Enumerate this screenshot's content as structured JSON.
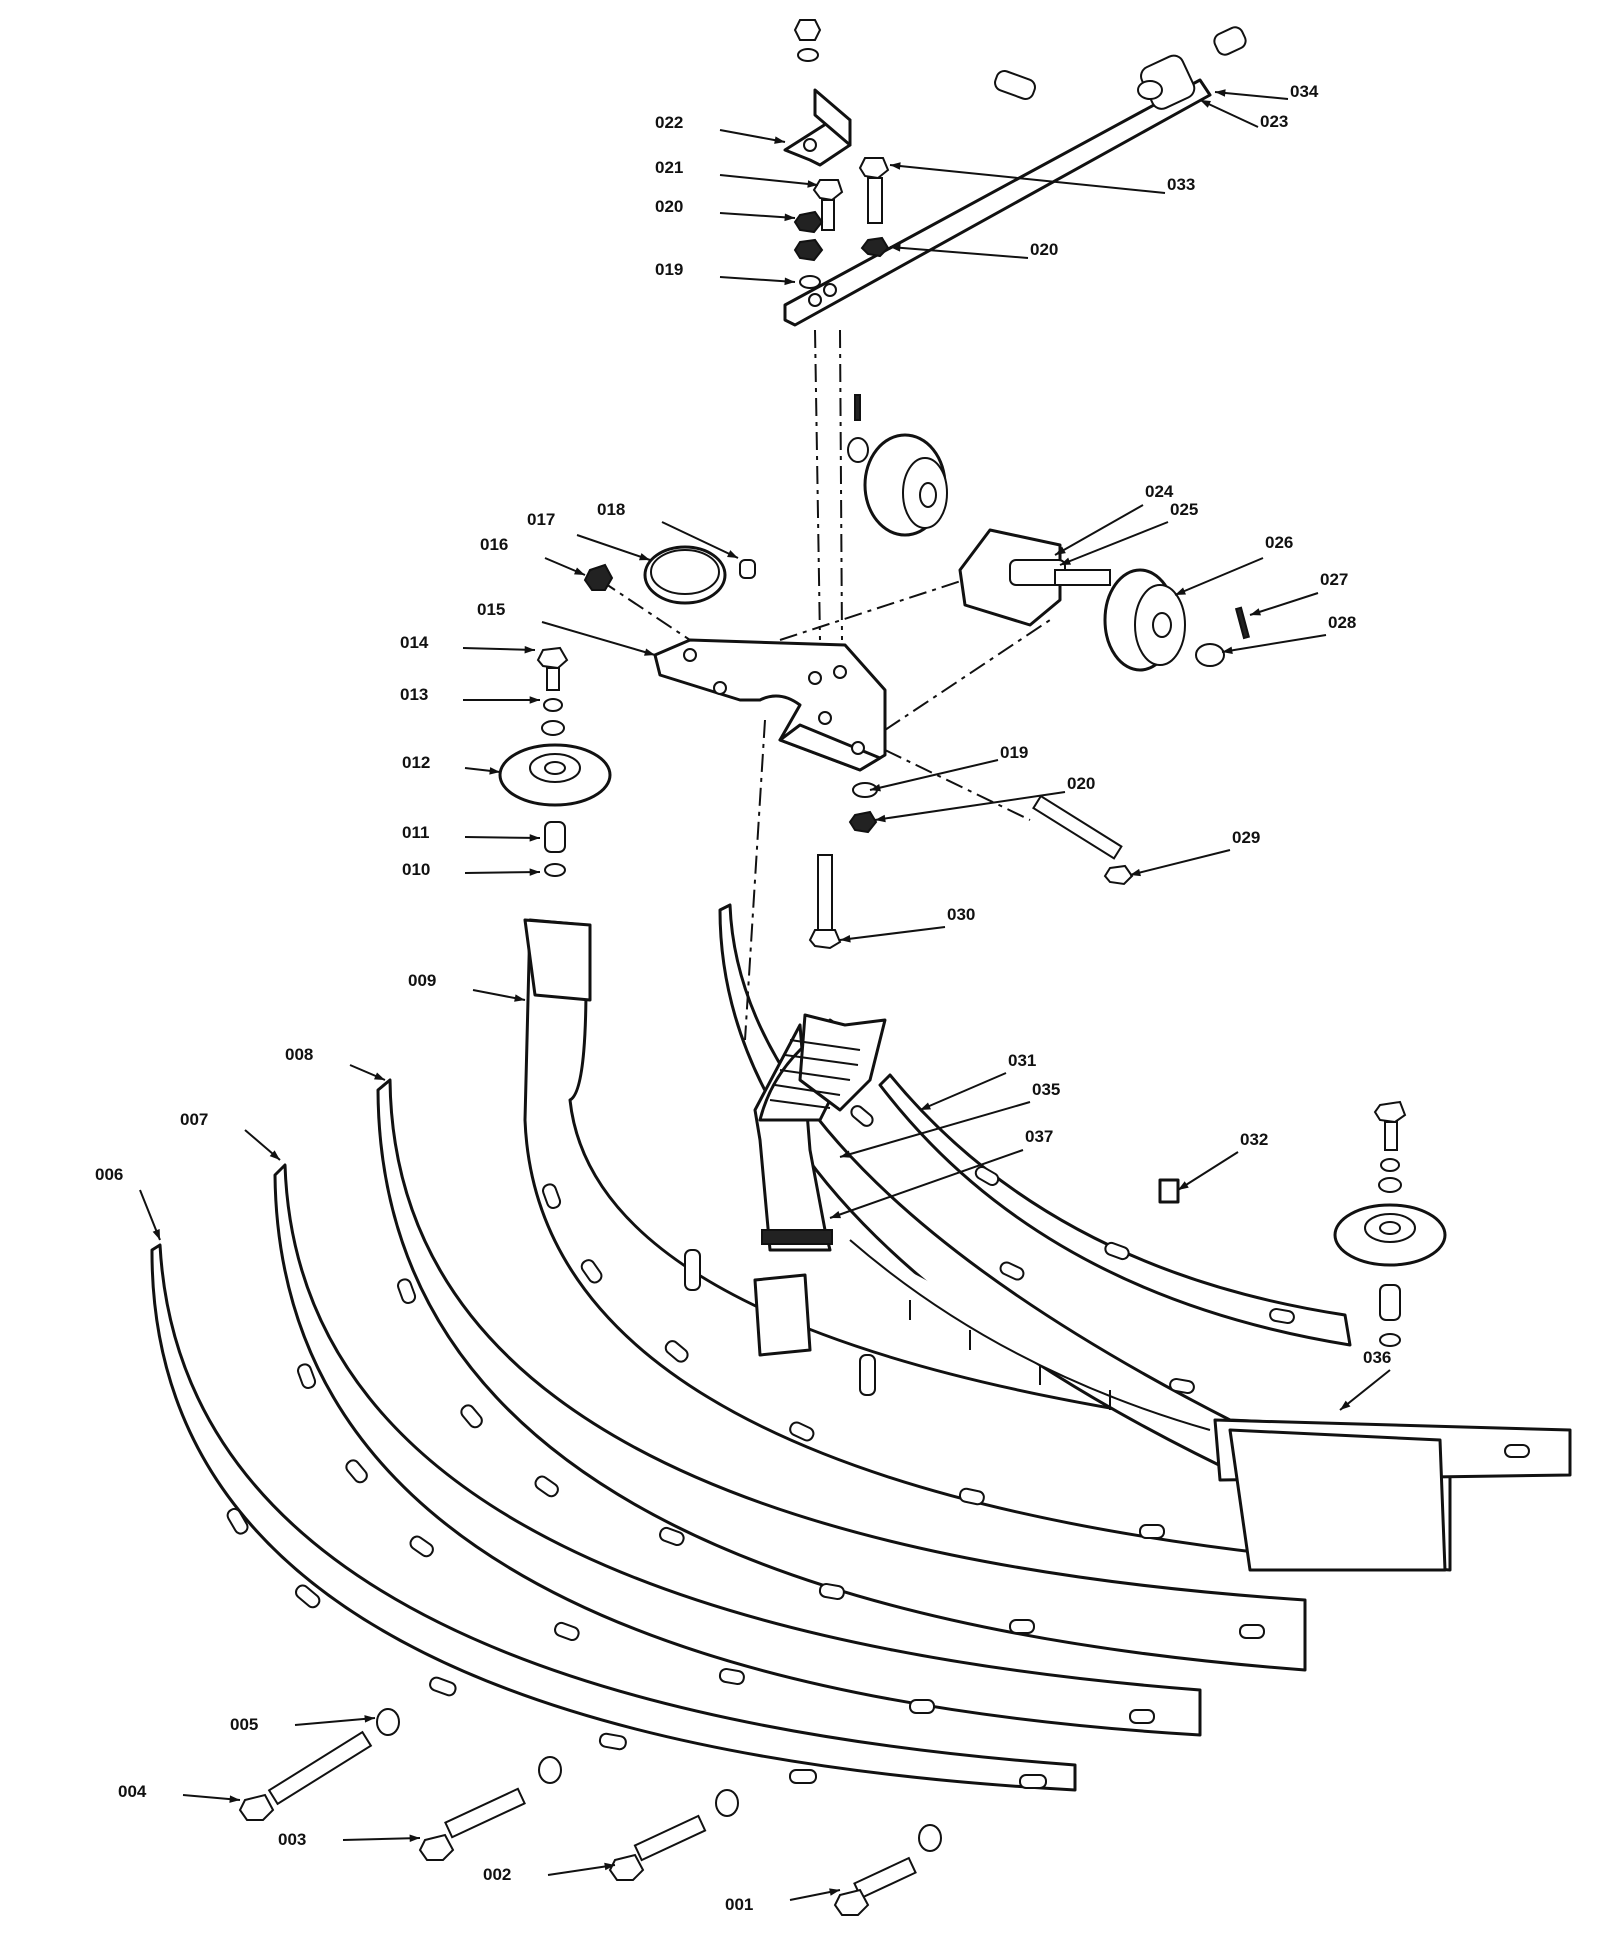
{
  "callouts": [
    {
      "id": "001",
      "text": "001"
    },
    {
      "id": "002",
      "text": "002"
    },
    {
      "id": "003",
      "text": "003"
    },
    {
      "id": "004",
      "text": "004"
    },
    {
      "id": "005",
      "text": "005"
    },
    {
      "id": "006",
      "text": "006"
    },
    {
      "id": "007",
      "text": "007"
    },
    {
      "id": "008",
      "text": "008"
    },
    {
      "id": "009",
      "text": "009"
    },
    {
      "id": "010",
      "text": "010"
    },
    {
      "id": "011",
      "text": "011"
    },
    {
      "id": "012",
      "text": "012"
    },
    {
      "id": "013",
      "text": "013"
    },
    {
      "id": "014",
      "text": "014"
    },
    {
      "id": "015",
      "text": "015"
    },
    {
      "id": "016",
      "text": "016"
    },
    {
      "id": "017",
      "text": "017"
    },
    {
      "id": "018",
      "text": "018"
    },
    {
      "id": "019a",
      "text": "019"
    },
    {
      "id": "019b",
      "text": "019"
    },
    {
      "id": "020a",
      "text": "020"
    },
    {
      "id": "020b",
      "text": "020"
    },
    {
      "id": "020c",
      "text": "020"
    },
    {
      "id": "021",
      "text": "021"
    },
    {
      "id": "022",
      "text": "022"
    },
    {
      "id": "023",
      "text": "023"
    },
    {
      "id": "024",
      "text": "024"
    },
    {
      "id": "025",
      "text": "025"
    },
    {
      "id": "026",
      "text": "026"
    },
    {
      "id": "027",
      "text": "027"
    },
    {
      "id": "028",
      "text": "028"
    },
    {
      "id": "029",
      "text": "029"
    },
    {
      "id": "030",
      "text": "030"
    },
    {
      "id": "031",
      "text": "031"
    },
    {
      "id": "032",
      "text": "032"
    },
    {
      "id": "033",
      "text": "033"
    },
    {
      "id": "034",
      "text": "034"
    },
    {
      "id": "035",
      "text": "035"
    },
    {
      "id": "036",
      "text": "036"
    },
    {
      "id": "037",
      "text": "037"
    }
  ]
}
